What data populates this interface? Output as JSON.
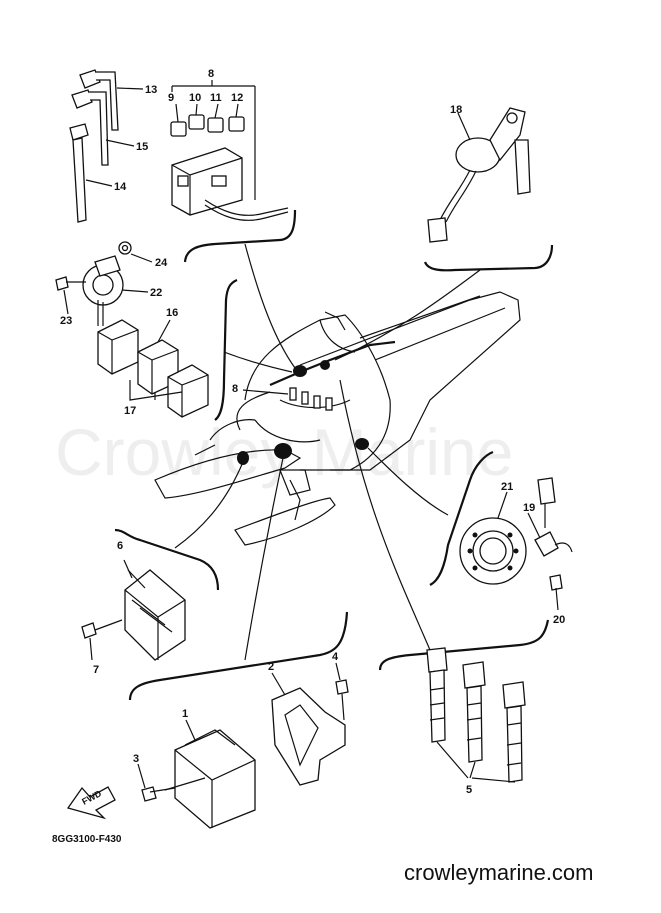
{
  "watermark": "Crowley Marine",
  "website": "crowleymarine.com",
  "diagram_code": "8GG3100-F430",
  "fwd_label": "FWD",
  "callouts": {
    "c1": "1",
    "c2": "2",
    "c3": "3",
    "c4": "4",
    "c5": "5",
    "c6": "6",
    "c7": "7",
    "c8": "8",
    "c8b": "8",
    "c9": "9",
    "c10": "10",
    "c11": "11",
    "c12": "12",
    "c13": "13",
    "c14": "14",
    "c15": "15",
    "c16": "16",
    "c17": "17",
    "c18": "18",
    "c19": "19",
    "c20": "20",
    "c21": "21",
    "c22": "22",
    "c23": "23",
    "c24": "24"
  }
}
